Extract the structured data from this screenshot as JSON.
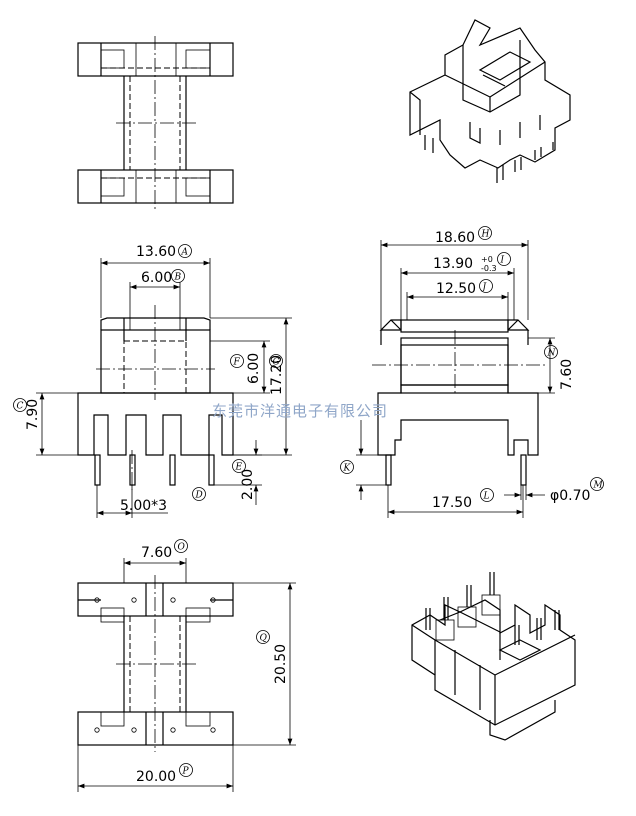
{
  "dimensions": {
    "A": {
      "value": "13.60",
      "letter": "A"
    },
    "B": {
      "value": "6.00",
      "letter": "B"
    },
    "C": {
      "value": "7.90",
      "letter": "C"
    },
    "D": {
      "value": "5.00*3",
      "letter": "D"
    },
    "E": {
      "value": "2.00",
      "letter": "E"
    },
    "F": {
      "value": "6.00",
      "letter": "F"
    },
    "G": {
      "value": "17.20",
      "letter": "G"
    },
    "H": {
      "value": "18.60",
      "letter": "H"
    },
    "I": {
      "value": "13.90",
      "letter": "I",
      "tol_upper": "+0",
      "tol_lower": "-0.3"
    },
    "J": {
      "value": "12.50",
      "letter": "J"
    },
    "K": {
      "letter": "K"
    },
    "L": {
      "value": "17.50",
      "letter": "L"
    },
    "M": {
      "value": "φ0.70",
      "letter": "M"
    },
    "N": {
      "value": "7.60",
      "letter": "N"
    },
    "O": {
      "value": "7.60",
      "letter": "O"
    },
    "P": {
      "value": "20.00",
      "letter": "P"
    },
    "Q": {
      "value": "20.50",
      "letter": "Q"
    }
  },
  "watermark": "东莞市洋通电子有限公司",
  "colors": {
    "line": "#000000",
    "watermark": "#8fa6c8",
    "background": "#ffffff"
  }
}
